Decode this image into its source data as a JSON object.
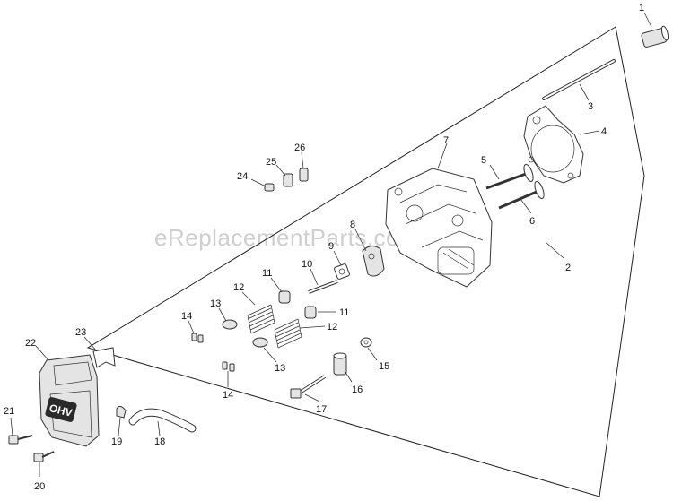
{
  "watermark": "eReplacementParts.com",
  "badge": "OHV",
  "callouts": [
    "1",
    "2",
    "3",
    "4",
    "5",
    "6",
    "7",
    "8",
    "9",
    "10",
    "11",
    "11",
    "12",
    "12",
    "13",
    "13",
    "14",
    "14",
    "15",
    "16",
    "17",
    "18",
    "19",
    "20",
    "21",
    "22",
    "23",
    "24",
    "25",
    "26"
  ]
}
